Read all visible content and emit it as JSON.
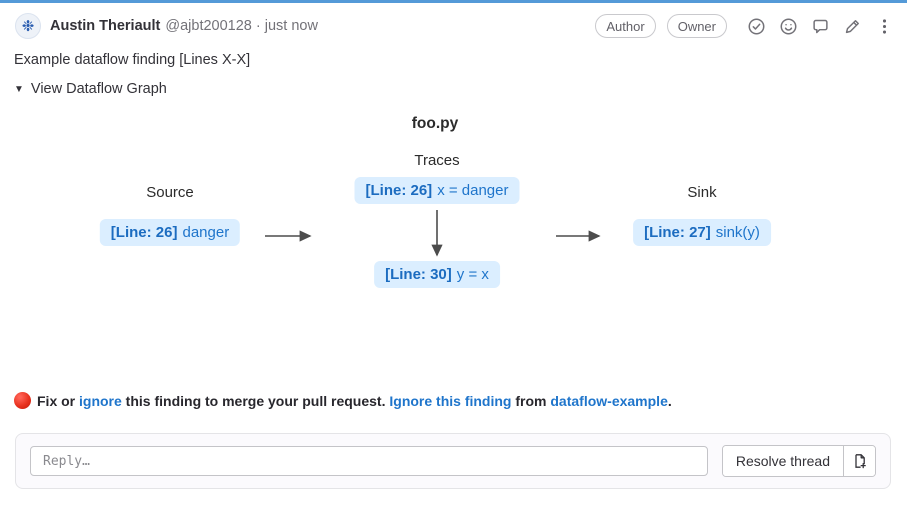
{
  "colors": {
    "accent_blue": "#549ad8",
    "link_blue": "#1f75cb",
    "node_bg": "#dbeeff",
    "node_text": "#1f75cb",
    "alert_red": "#e8321f"
  },
  "header": {
    "avatar_glyph": "❉",
    "author_name": "Austin Theriault",
    "author_handle": "@ajbt200128 · just now",
    "badges": [
      {
        "label": "Author"
      },
      {
        "label": "Owner"
      }
    ],
    "icons": [
      "approve-check-icon",
      "add-reaction-icon",
      "comment-icon",
      "edit-icon",
      "more-actions-icon"
    ]
  },
  "comment": {
    "title": "Example dataflow finding [Lines X-X]",
    "toggle_icon": "▼",
    "toggle_label": "View Dataflow Graph"
  },
  "graph": {
    "file_title": "foo.py",
    "column_labels": {
      "traces": "Traces",
      "source": "Source",
      "sink": "Sink"
    },
    "nodes": [
      {
        "id": "source",
        "line_label": "[Line: 26]",
        "code": "danger"
      },
      {
        "id": "trace-1",
        "line_label": "[Line: 26]",
        "code": "x = danger"
      },
      {
        "id": "trace-2",
        "line_label": "[Line: 30]",
        "code": "y = x"
      },
      {
        "id": "sink",
        "line_label": "[Line: 27]",
        "code": "sink(y)"
      }
    ],
    "edges": [
      "source→trace-1",
      "trace-1→trace-2",
      "trace-2→sink"
    ]
  },
  "alert": {
    "icon": "red-circle-icon",
    "pre": "Fix or ",
    "link_ignore": "ignore",
    "mid": " this finding to merge your pull request. ",
    "link_ignore_finding": "Ignore this finding",
    "from_word": " from ",
    "link_repo": "dataflow-example",
    "end": "."
  },
  "reply": {
    "placeholder": "Reply…",
    "resolve_button": "Resolve thread",
    "new_issue_icon": "create-issue-icon"
  }
}
